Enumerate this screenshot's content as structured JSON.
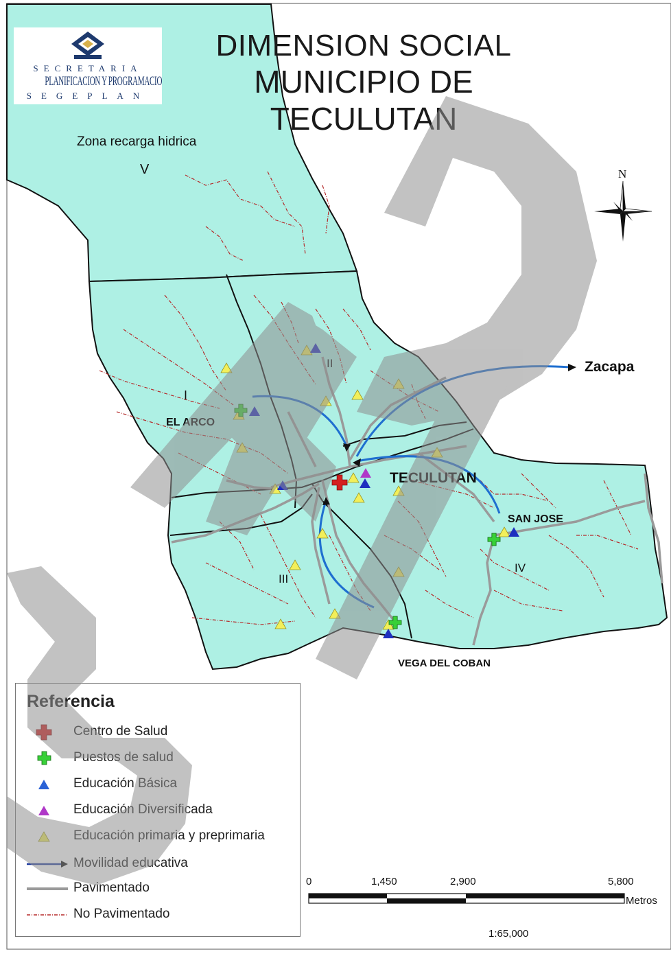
{
  "map_title": {
    "line1": "DIMENSION SOCIAL",
    "line2": "MUNICIPIO DE TECULUTAN"
  },
  "logo": {
    "line1": "SECRETARIA",
    "line2": "PLANIFICACION Y PROGRAMACION",
    "line3": "SEGEPLAN"
  },
  "labels": {
    "zona_recarga": "Zona recarga hidrica",
    "zone_v": "V",
    "zone_i": "I",
    "zone_ii": "II",
    "zone_iii": "III",
    "zone_iv": "IV",
    "el_arco": "EL ARCO",
    "teculutan": "TECULUTAN",
    "san_jose": "SAN JOSE",
    "vega_del_coban": "VEGA DEL COBAN",
    "zacapa": "Zacapa"
  },
  "north_arrow": {
    "letter": "N"
  },
  "legend": {
    "title": "Referencia",
    "items": [
      {
        "key": "centro_salud",
        "label": "Centro de Salud"
      },
      {
        "key": "puestos_salud",
        "label": "Puestos de salud"
      },
      {
        "key": "edu_basica",
        "label": "Educación Básica"
      },
      {
        "key": "edu_diversificada",
        "label": "Educación Diversificada"
      },
      {
        "key": "edu_primaria",
        "label": "Educación primaria y preprimaria"
      },
      {
        "key": "movilidad",
        "label": "Movilidad educativa"
      },
      {
        "key": "pavimentado",
        "label": "Pavimentado"
      },
      {
        "key": "no_pavimentado",
        "label": "No Pavimentado"
      }
    ]
  },
  "scale": {
    "ticks": [
      "0",
      "1,450",
      "2,900",
      "5,800"
    ],
    "unit": "Metros",
    "ratio": "1:65,000"
  },
  "colors": {
    "land": "#aef0e4",
    "boundary": "#111111",
    "paved_road": "#9a9a9a",
    "unpaved_road": "#b52a2a",
    "mobility_arrow": "#1f6fd0",
    "centro_salud": "#d42020",
    "puesto_salud": "#38d038",
    "edu_basica": "#1f2fbf",
    "edu_diversificada": "#b038c8",
    "edu_primaria": "#f2ef5a",
    "watermark": "#9a9a9a"
  },
  "icons": {
    "centro_salud": "red-cross-icon",
    "puesto_salud": "green-cross-icon",
    "edu_basica": "blue-triangle-icon",
    "edu_diversificada": "magenta-triangle-icon",
    "edu_primaria": "yellow-triangle-icon",
    "movilidad": "arrow-icon",
    "north": "compass-rose-icon"
  }
}
